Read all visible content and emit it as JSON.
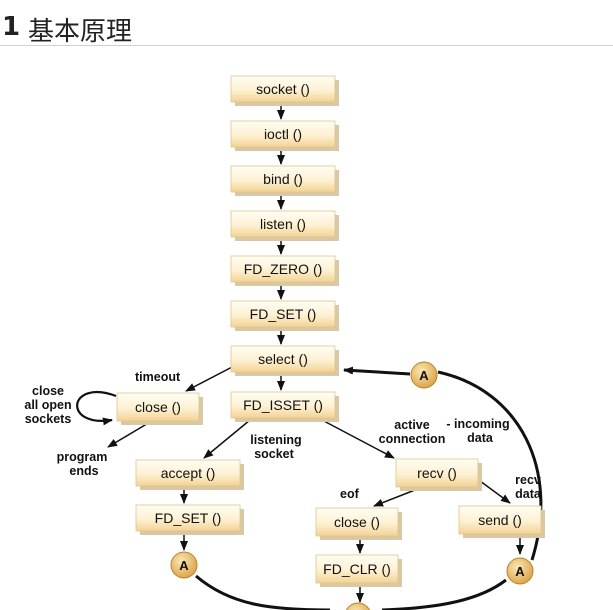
{
  "heading": {
    "number": "1",
    "title": "基本原理"
  },
  "boxes": {
    "socket": "socket ()",
    "ioctl": "ioctl ()",
    "bind": "bind ()",
    "listen": "listen ()",
    "fd_zero": "FD_ZERO ()",
    "fd_set_main": "FD_SET ()",
    "select": "select ()",
    "fd_isset": "FD_ISSET ()",
    "close_timeout": "close ()",
    "accept": "accept ()",
    "fd_set_accept": "FD_SET ()",
    "recv": "recv ()",
    "close_eof": "close ()",
    "fd_clr": "FD_CLR ()",
    "send": "send ()"
  },
  "labels": {
    "timeout": "timeout",
    "close_all_1": "close",
    "close_all_2": "all open",
    "close_all_3": "sockets",
    "program_ends_1": "program",
    "program_ends_2": "ends",
    "listening_1": "listening",
    "listening_2": "socket",
    "active_1": "active",
    "active_2": "connection",
    "incoming_1": "- incoming",
    "incoming_2": "data",
    "eof": "eof",
    "recv_data_1": "recv",
    "recv_data_2": "data"
  },
  "connectors": {
    "a": "A"
  },
  "colors": {
    "box_fill_top": "#fffbee",
    "box_fill_bottom": "#f6dca4",
    "connector": "#e8b855"
  }
}
